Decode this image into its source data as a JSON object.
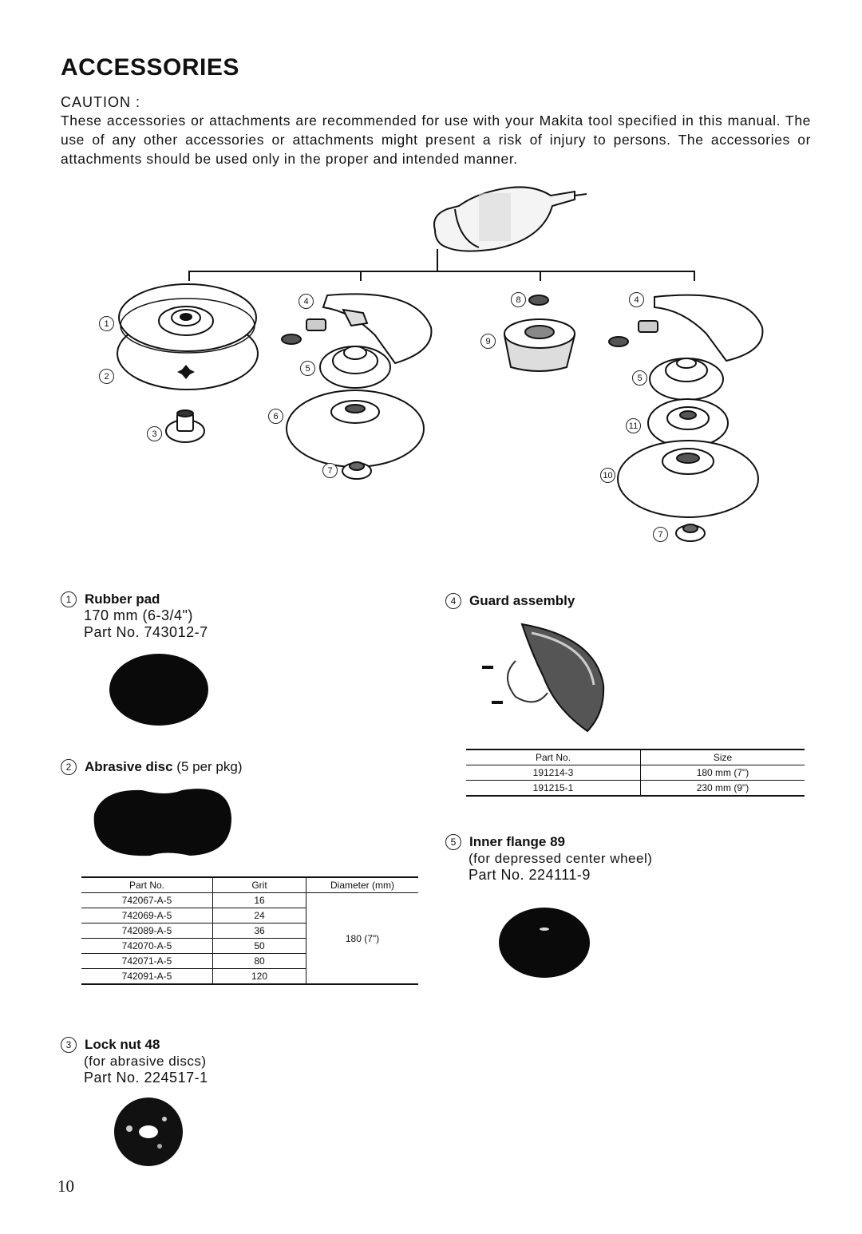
{
  "title": "ACCESSORIES",
  "caution_label": "CAUTION :",
  "caution_text": "These accessories or attachments are recommended for use with your Makita tool specified in this manual. The use of any other accessories or attachments might present a risk of injury to persons. The accessories or attachments should be used only in the proper and intended manner.",
  "callouts": [
    "1",
    "2",
    "3",
    "4",
    "5",
    "6",
    "7",
    "8",
    "9",
    "4",
    "5",
    "11",
    "10",
    "7"
  ],
  "items": {
    "rubber_pad": {
      "num": "1",
      "name": "Rubber pad",
      "size": "170 mm (6-3/4\")",
      "part": "Part No. 743012-7"
    },
    "abrasive_disc": {
      "num": "2",
      "name": "Abrasive disc",
      "qty": "(5 per pkg)",
      "table": {
        "headers": [
          "Part No.",
          "Grit",
          "Diameter (mm)"
        ],
        "rows": [
          [
            "742067-A-5",
            "16"
          ],
          [
            "742069-A-5",
            "24"
          ],
          [
            "742089-A-5",
            "36"
          ],
          [
            "742070-A-5",
            "50"
          ],
          [
            "742071-A-5",
            "80"
          ],
          [
            "742091-A-5",
            "120"
          ]
        ],
        "diameter": "180 (7\")"
      }
    },
    "lock_nut": {
      "num": "3",
      "name": "Lock nut 48",
      "note": "(for abrasive discs)",
      "part": "Part No. 224517-1"
    },
    "guard": {
      "num": "4",
      "name": "Guard assembly",
      "table": {
        "headers": [
          "Part No.",
          "Size"
        ],
        "rows": [
          [
            "191214-3",
            "180 mm (7\")"
          ],
          [
            "191215-1",
            "230 mm (9\")"
          ]
        ]
      }
    },
    "inner_flange": {
      "num": "5",
      "name": "Inner flange 89",
      "note": "(for depressed center wheel)",
      "part": "Part No. 224111-9"
    }
  },
  "page_number": "10"
}
